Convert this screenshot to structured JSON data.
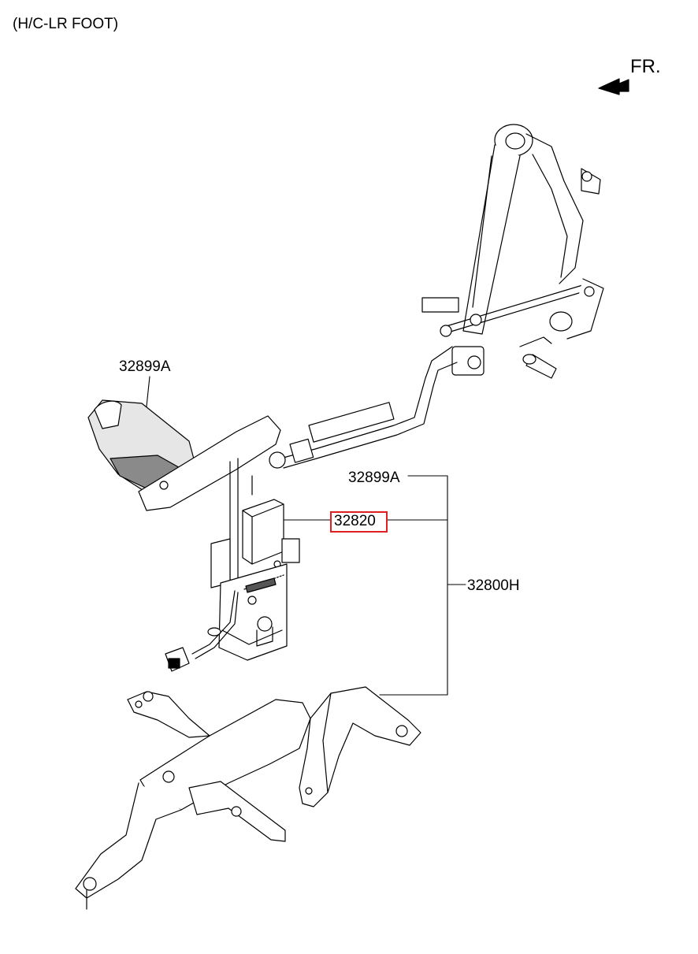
{
  "title": "(H/C-LR FOOT)",
  "direction_marker": {
    "label": "FR.",
    "icon": "front-direction-arrow-icon"
  },
  "callouts": {
    "pedal_pad_top": "32899A",
    "pedal_pad_right": "32899A",
    "switch": "32820",
    "assembly": "32800H"
  },
  "highlight": {
    "part": "32820",
    "color": "#e02020"
  },
  "colors": {
    "line": "#000000",
    "shade": "#d9d9d9",
    "dark_shade": "#8a8a8a",
    "background": "#ffffff"
  }
}
